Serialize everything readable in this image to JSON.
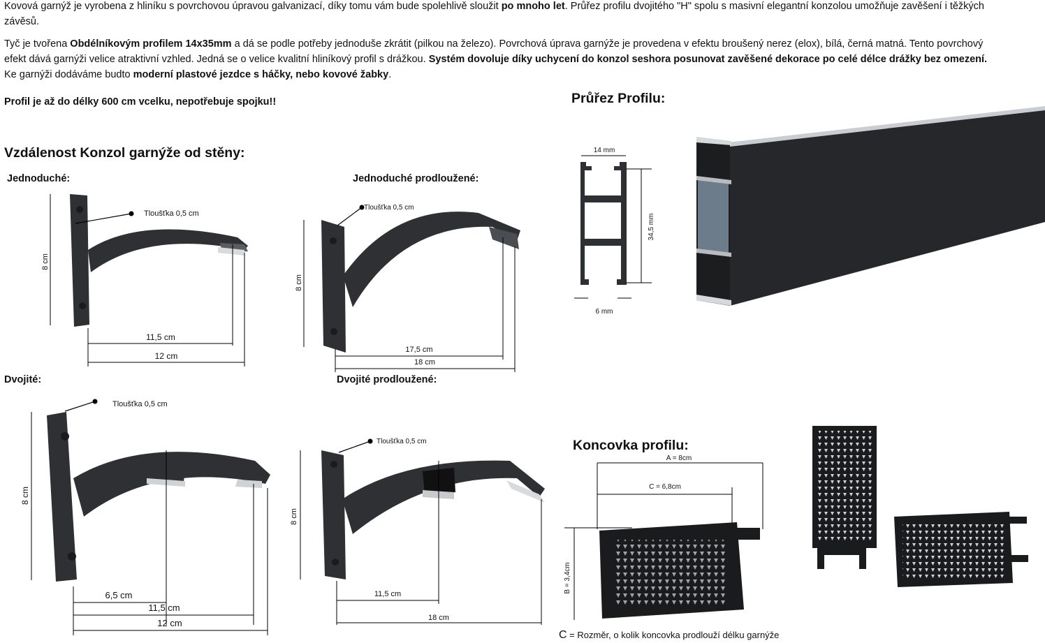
{
  "intro": {
    "p1": {
      "t1": "Kovová garnýž je vyrobena z hliníku s povrchovou úpravou galvanizací, díky tomu vám bude spolehlivě sloužit ",
      "b1": "po mnoho let",
      "t2": ". Průřez profilu dvojitého \"H\" spolu s masivní elegantní konzolou umožňuje zavěšení i těžkých závěsů."
    },
    "p2": {
      "t1": " Tyč je tvořena ",
      "b1": "Obdélníkovým profilem 14x35mm",
      "t2": " a dá se podle potřeby jednoduše zkrátit (pilkou na železo). Povrchová úprava garnýže je provedena v efektu broušený nerez (elox), bílá, černá matná. Tento povrchový efekt dává garnýži velice atraktivní vzhled. Jedná se o velice kvalitní hliníkový profil s drážkou. ",
      "b2": "Systém dovoluje díky uchycení do konzol seshora posunovat zavěšené dekorace po celé délce drážky bez omezení.",
      "t3": " Ke garnýži dodáváme budto ",
      "b3": "moderní plastové jezdce s háčky, nebo kovové žabky",
      "t4": "."
    },
    "p3": "Profil je až do délky 600 cm vcelku, nepotřebuje spojku!!"
  },
  "sections": {
    "distance_title": "Vzdálenost Konzol garnýže od stěny:",
    "profile_title": "Průřez Profilu:",
    "endcap_title": "Koncovka profilu:"
  },
  "brackets": {
    "single": {
      "title": "Jednoduché:",
      "thickness": "Tloušťka 0,5 cm",
      "height": "8 cm",
      "dim1": "11,5 cm",
      "dim2": "12 cm"
    },
    "single_ext": {
      "title": "Jednoduché prodloužené:",
      "thickness": "Tloušťka 0,5 cm",
      "height": "8 cm",
      "dim1": "17,5 cm",
      "dim2": "18 cm"
    },
    "double": {
      "title": "Dvojité:",
      "thickness": "Tloušťka 0,5 cm",
      "height": "8 cm",
      "dim1": "6,5 cm",
      "dim2": "11,5 cm",
      "dim3": "12 cm"
    },
    "double_ext": {
      "title": "Dvojité prodloužené:",
      "thickness": "Tloušťka 0,5 cm",
      "height": "8 cm",
      "dim1": "11,5 cm",
      "dim2": "18 cm"
    }
  },
  "profile": {
    "width": "14 mm",
    "height": "34,5 mm",
    "slot": "6 mm"
  },
  "endcap": {
    "a": "A = 8cm",
    "c": "C = 6,8cm",
    "b": "B = 3,4cm",
    "caption_letter": "C",
    "caption_text": " = Rozměr, o kolik koncovka prodlouží délku garnýže"
  },
  "colors": {
    "metal": "#2e3033",
    "metal_light": "#4a4d52",
    "alu": "#c9ccd0"
  }
}
